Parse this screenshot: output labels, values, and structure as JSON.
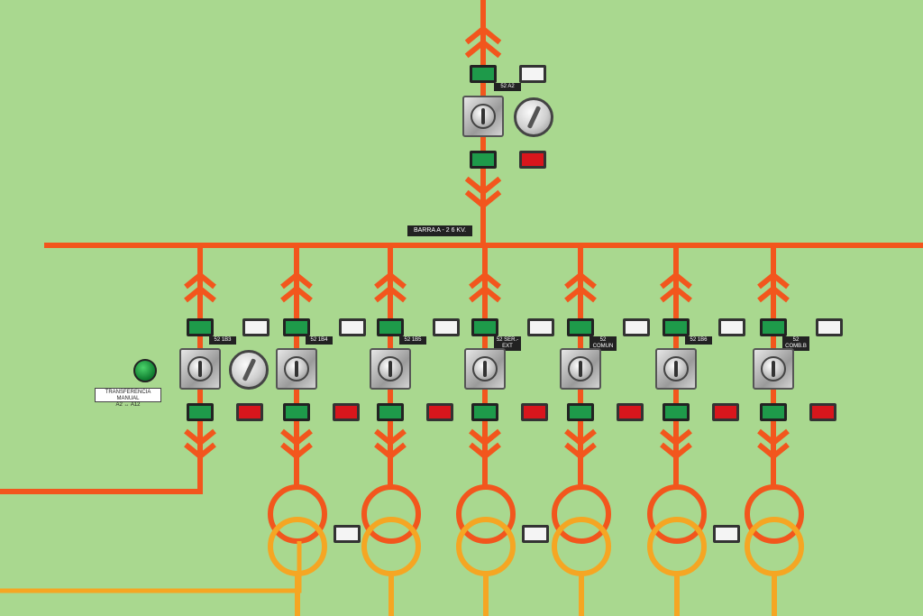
{
  "colors": {
    "panel": "#a9d88f",
    "busbar": "#f2561d",
    "secondary": "#f5a623",
    "lamp_green": "#1e9a4a",
    "lamp_red": "#d8161c"
  },
  "bus_label": "BARRA A - 2 6 KV.",
  "transfer_label": {
    "line1": "TRANSFERENCIA MANUAL",
    "line2": "A2 ↔ A12"
  },
  "incoming_plate": "52\nA2",
  "feeders": [
    {
      "plate": "52\n1B3"
    },
    {
      "plate": "52\n1B4"
    },
    {
      "plate": "52\n1B5"
    },
    {
      "plate": "52\nSER.-EXT"
    },
    {
      "plate": "52\nCOMUN"
    },
    {
      "plate": "52\n1B6"
    },
    {
      "plate": "52\nCOMB.B"
    }
  ],
  "icons": [
    "arrow-down-chevron-icon",
    "transformer-icon",
    "rotary-switch-icon",
    "indicator-lamp-icon"
  ]
}
